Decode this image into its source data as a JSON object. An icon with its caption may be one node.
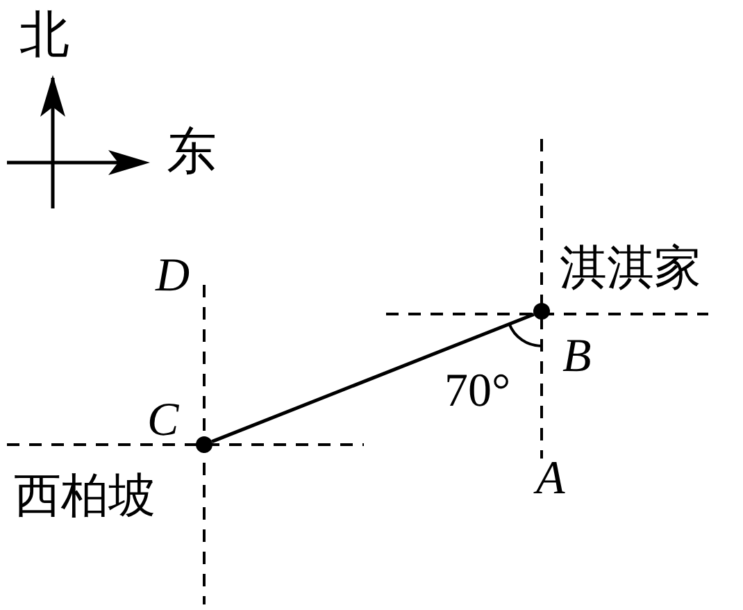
{
  "diagram": {
    "nodes": [
      {
        "text": [],
        "shape": "circle",
        "beside": [
          "C",
          "西柏坡"
        ]
      },
      {
        "text": [],
        "shape": "circle",
        "beside": [
          "B",
          "淇淇家"
        ]
      }
    ],
    "edges": [
      {
        "from": 0,
        "to": 1,
        "arrow": "none"
      }
    ],
    "labels": [
      "北",
      "东",
      "D",
      "70°",
      "A"
    ]
  }
}
